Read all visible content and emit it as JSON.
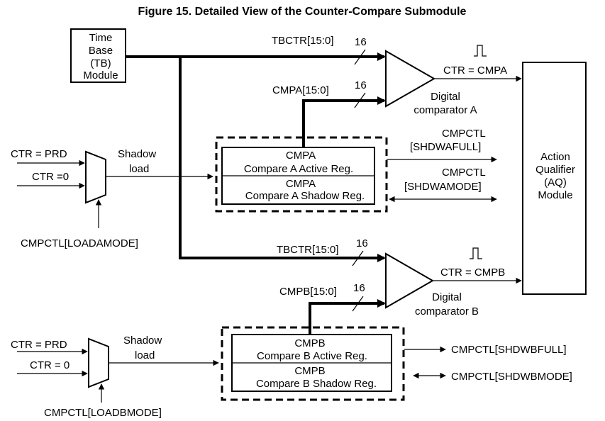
{
  "title": "Figure 15. Detailed View of the Counter-Compare Submodule",
  "tb_module": {
    "line1": "Time",
    "line2": "Base",
    "line3": "(TB)",
    "line4": "Module"
  },
  "aq_module": {
    "line1": "Action",
    "line2": "Qualifier",
    "line3": "(AQ)",
    "line4": "Module"
  },
  "channel_a": {
    "tbctr_bus": "TBCTR[15:0]",
    "tbctr_width": "16",
    "cmp_bus": "CMPA[15:0]",
    "cmp_width": "16",
    "comparator_line1": "Digital",
    "comparator_line2": "comparator A",
    "event": "CTR = CMPA",
    "active_reg_name": "CMPA",
    "active_reg_desc": "Compare A Active Reg.",
    "shadow_reg_name": "CMPA",
    "shadow_reg_desc": "Compare A Shadow Reg.",
    "full_flag_line1": "CMPCTL",
    "full_flag_line2": "[SHDWAFULL]",
    "mode_flag_line1": "CMPCTL",
    "mode_flag_line2": "[SHDWAMODE]",
    "shadow_load_line1": "Shadow",
    "shadow_load_line2": "load",
    "mux_in1": "CTR = PRD",
    "mux_in2": "CTR =0",
    "load_mode": "CMPCTL[LOADAMODE]"
  },
  "channel_b": {
    "tbctr_bus": "TBCTR[15:0]",
    "tbctr_width": "16",
    "cmp_bus": "CMPB[15:0]",
    "cmp_width": "16",
    "comparator_line1": "Digital",
    "comparator_line2": "comparator B",
    "event": "CTR = CMPB",
    "active_reg_name": "CMPB",
    "active_reg_desc": "Compare B Active Reg.",
    "shadow_reg_name": "CMPB",
    "shadow_reg_desc": "Compare B Shadow Reg.",
    "full_flag": "CMPCTL[SHDWBFULL]",
    "mode_flag": "CMPCTL[SHDWBMODE]",
    "shadow_load_line1": "Shadow",
    "shadow_load_line2": "load",
    "mux_in1": "CTR = PRD",
    "mux_in2": "CTR = 0",
    "load_mode": "CMPCTL[LOADBMODE]"
  }
}
